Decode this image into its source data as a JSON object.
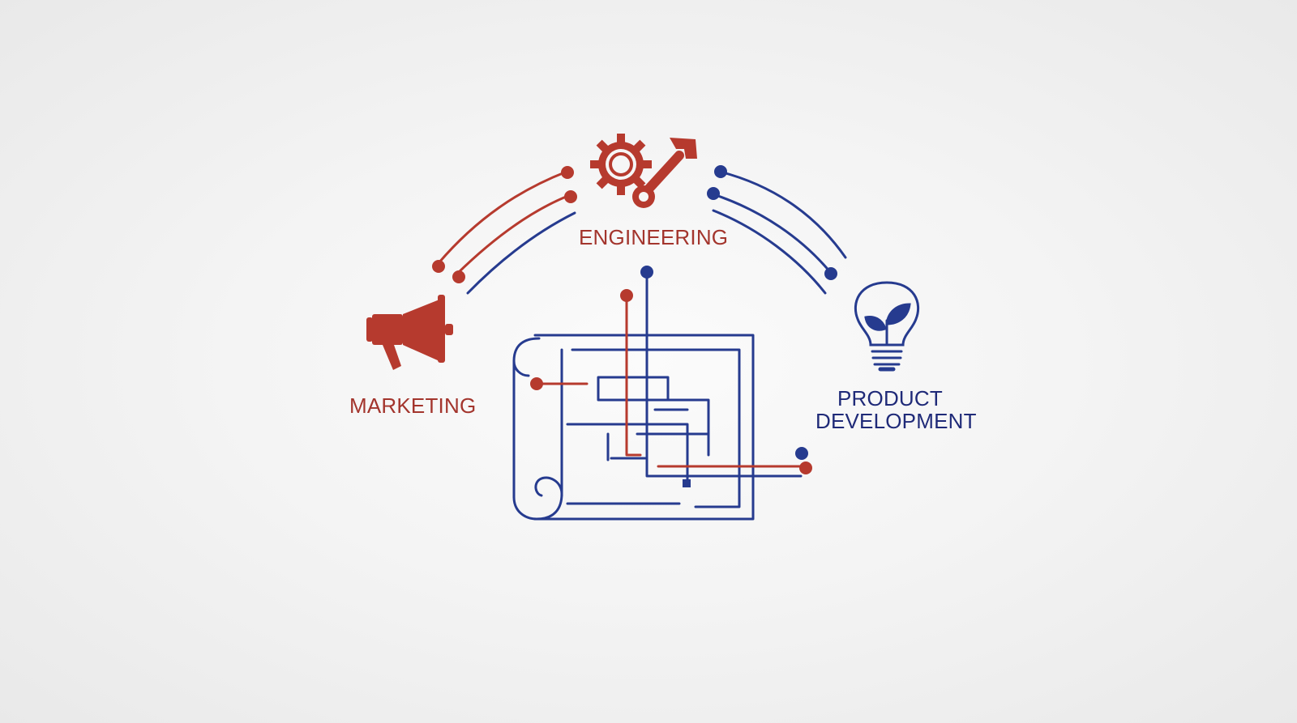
{
  "labels": {
    "engineering": "ENGINEERING",
    "marketing": "MARKETING",
    "product_line1": "PRODUCT",
    "product_line2": "DEVELOPMENT"
  },
  "colors": {
    "red": "#b63a2e",
    "blue": "#263b8f",
    "background": "#f4f4f4"
  },
  "icons": {
    "engineering": "gear-and-wrench-icon",
    "marketing": "megaphone-icon",
    "product_development": "lightbulb-with-plant-icon",
    "center": "blueprint-circuit-icon"
  }
}
